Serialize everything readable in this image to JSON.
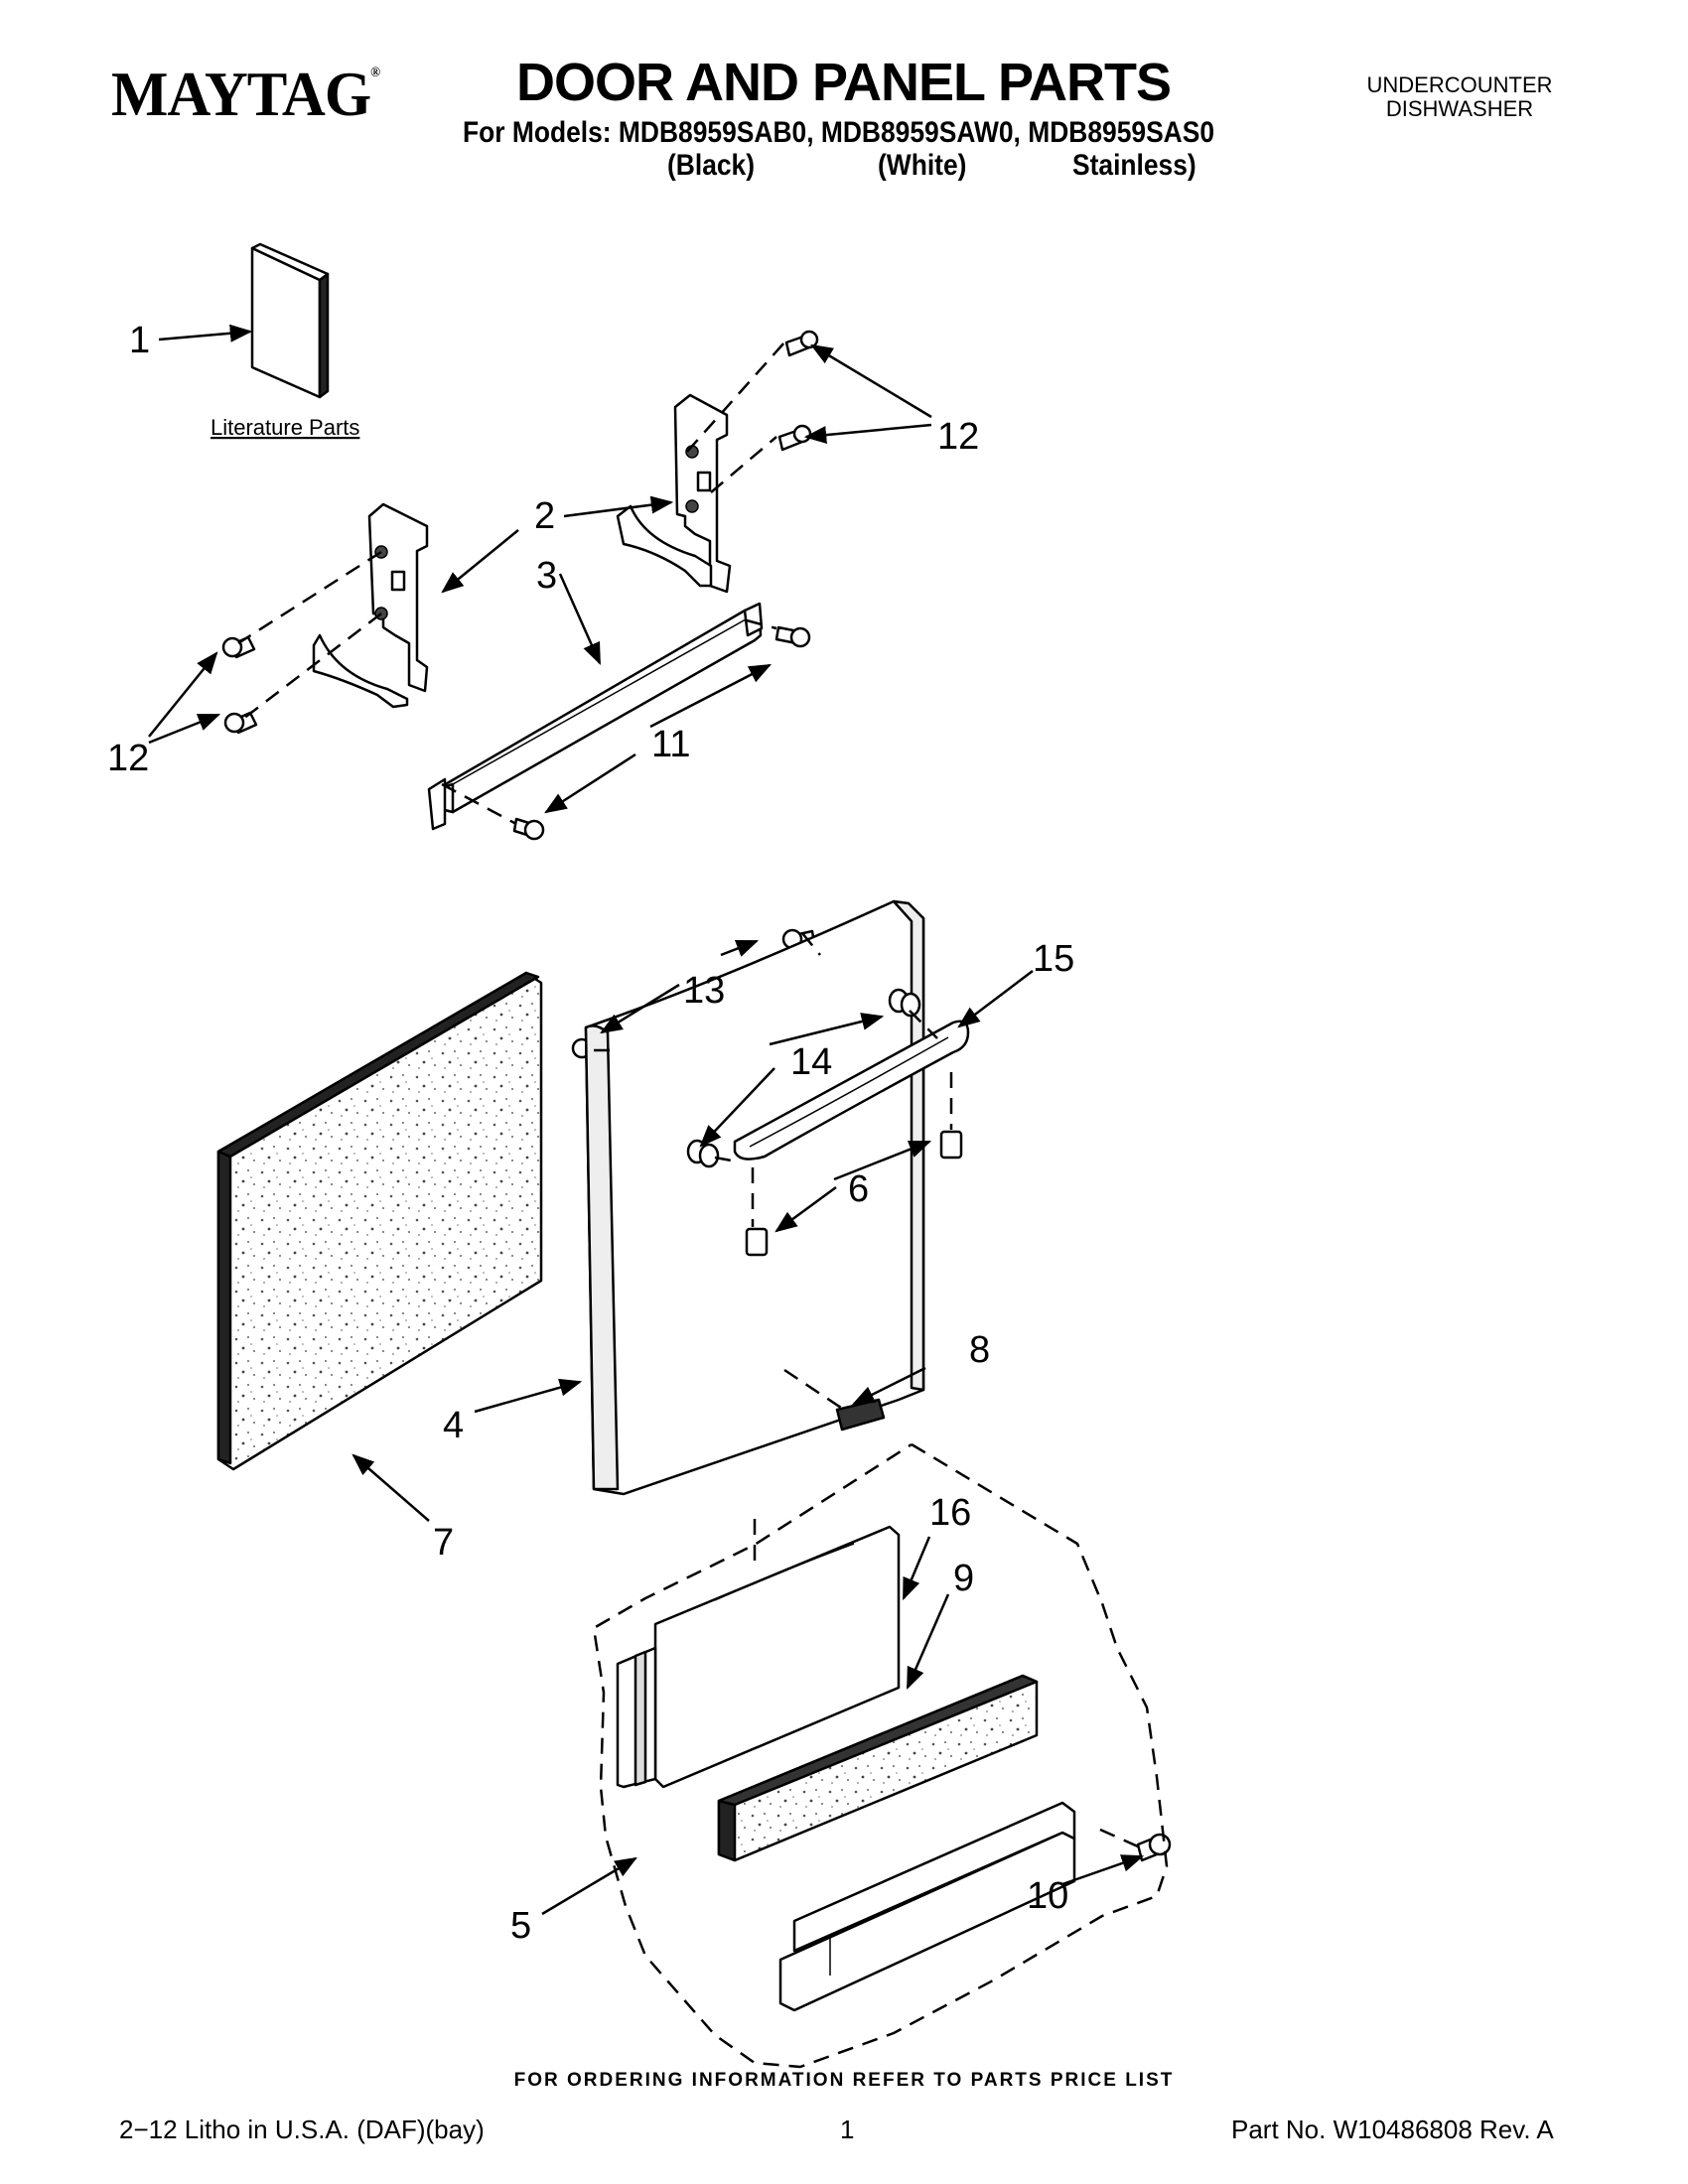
{
  "header": {
    "brand": "MAYTAG",
    "brand_mark": "®",
    "title": "DOOR AND PANEL PARTS",
    "models_line": "For Models: MDB8959SAB0, MDB8959SAW0, MDB8959SAS0",
    "model_colors": [
      "(Black)",
      "(White)",
      "Stainless)"
    ],
    "category_line1": "UNDERCOUNTER",
    "category_line2": "DISHWASHER"
  },
  "diagram": {
    "literature_label": "Literature Parts",
    "callouts": [
      {
        "id": "1",
        "label": "1"
      },
      {
        "id": "2",
        "label": "2"
      },
      {
        "id": "3",
        "label": "3"
      },
      {
        "id": "4",
        "label": "4"
      },
      {
        "id": "5",
        "label": "5"
      },
      {
        "id": "6",
        "label": "6"
      },
      {
        "id": "7",
        "label": "7"
      },
      {
        "id": "8",
        "label": "8"
      },
      {
        "id": "9",
        "label": "9"
      },
      {
        "id": "10",
        "label": "10"
      },
      {
        "id": "11",
        "label": "11"
      },
      {
        "id": "12a",
        "label": "12"
      },
      {
        "id": "12b",
        "label": "12"
      },
      {
        "id": "13",
        "label": "13"
      },
      {
        "id": "14",
        "label": "14"
      },
      {
        "id": "15",
        "label": "15"
      },
      {
        "id": "16",
        "label": "16"
      }
    ]
  },
  "footer": {
    "ordering_note": "FOR ORDERING INFORMATION REFER TO PARTS PRICE LIST",
    "litho": "2−12 Litho in U.S.A. (DAF)(bay)",
    "page": "1",
    "part_no": "Part No. W10486808 Rev. A"
  }
}
